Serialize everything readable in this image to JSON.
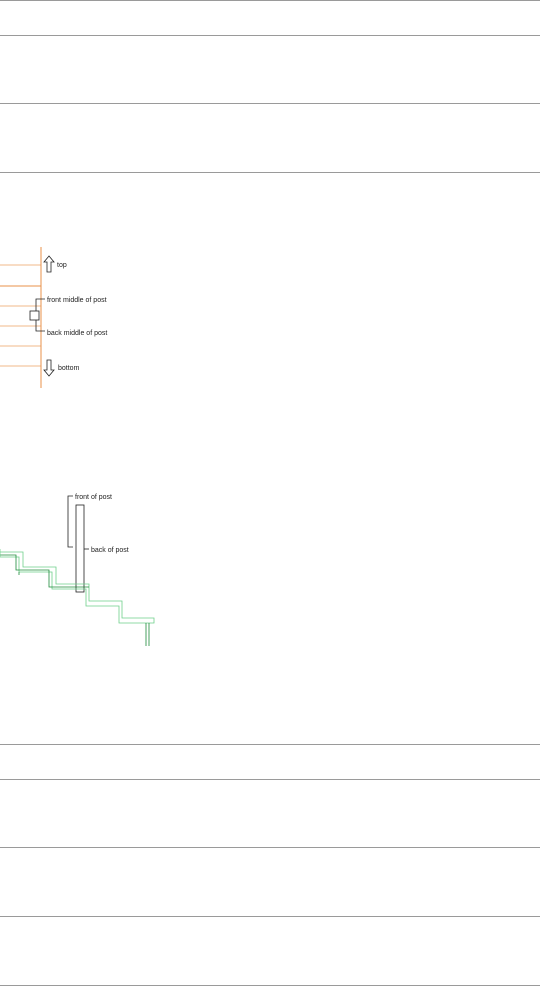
{
  "colors": {
    "rule": "#9a9a9a",
    "orange": "#e8914a",
    "orange_light": "#f2b98a",
    "green_dark": "#1d8a3a",
    "green_light": "#6fcf8b",
    "ink": "#222222"
  },
  "post_reference_diagram": {
    "labels": {
      "top": "top",
      "front_middle": "front middle of post",
      "back_middle": "back middle of post",
      "bottom": "bottom"
    },
    "icons": [
      "arrow-up-icon",
      "arrow-down-icon"
    ]
  },
  "stair_post_diagram": {
    "labels": {
      "front": "front of post",
      "back": "back of post"
    }
  }
}
